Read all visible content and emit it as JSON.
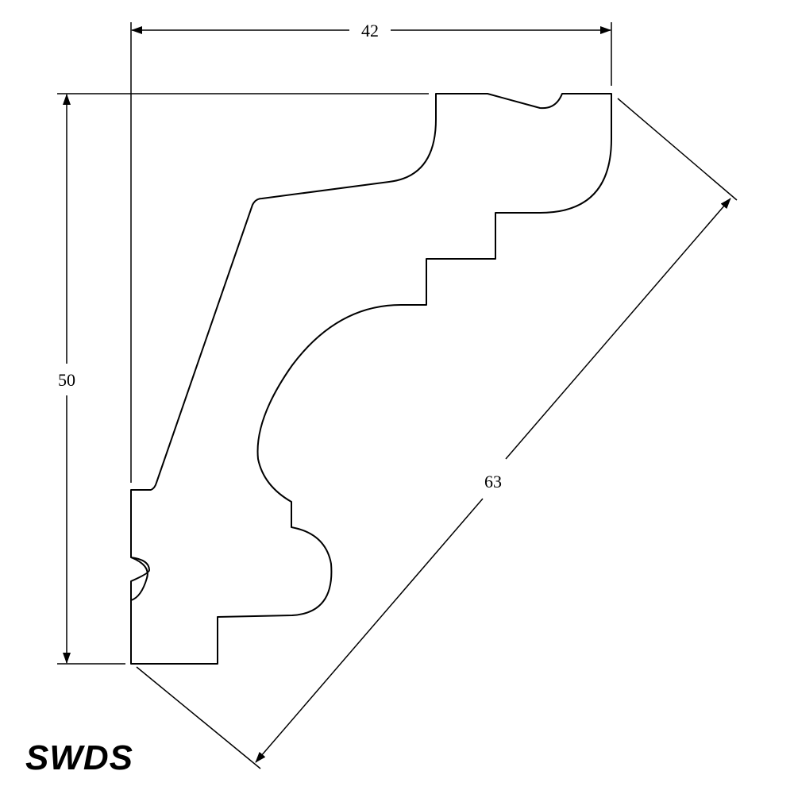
{
  "dimensions": {
    "width_label": "42",
    "height_label": "50",
    "diagonal_label": "63"
  },
  "brand": {
    "name": "SWDS"
  }
}
